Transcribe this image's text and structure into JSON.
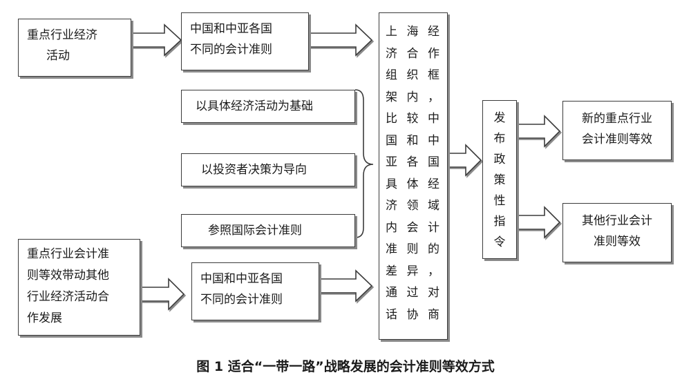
{
  "boxes": {
    "activities": {
      "lines": [
        "重点行业经济",
        "活动"
      ]
    },
    "standards_top": {
      "lines": [
        "中国和中亚各国",
        "不同的会计准则"
      ]
    },
    "basis_activity": {
      "lines": [
        "以具体经济活动为基础"
      ]
    },
    "basis_investor": {
      "lines": [
        "以投资者决策为导向"
      ]
    },
    "basis_international": {
      "lines": [
        "参照国际会计准则"
      ]
    },
    "drive": {
      "lines": [
        "重点行业会计准",
        "则等效带动其他",
        "行业经济活动合",
        "作发展"
      ]
    },
    "standards_bottom": {
      "lines": [
        "中国和中亚各国",
        "不同的会计准则"
      ]
    },
    "sco_framework": {
      "lines": [
        "上海经",
        "济合作",
        "组织框",
        "架内，",
        "比较中",
        "国和中",
        "亚各国",
        "具体经",
        "济领域",
        "内会计",
        "准则的",
        "差异，",
        "通过对",
        "话协商"
      ]
    },
    "policy": {
      "lines": [
        "发",
        "布",
        "政",
        "策",
        "性",
        "指",
        "令"
      ]
    },
    "result_key": {
      "lines": [
        "新的重点行业",
        "会计准则等效"
      ]
    },
    "result_other": {
      "lines": [
        "其他行业会计",
        "准则等效"
      ]
    }
  },
  "caption": "图 1    适合“一带一路”战略发展的会计准则等效方式",
  "colors": {
    "line": "#3a3a3a",
    "shadow": "#8a8a8a",
    "background": "#ffffff"
  }
}
